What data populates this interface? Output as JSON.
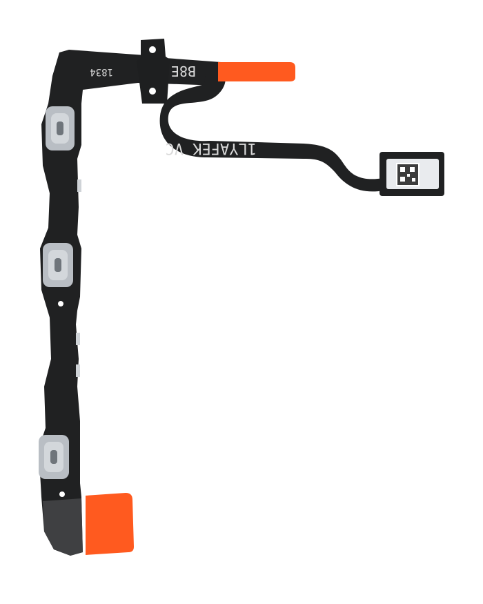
{
  "product": {
    "type": "Flex cable part photo",
    "silkscreen": {
      "label_top_right": "B8E",
      "label_top_small": "1834",
      "label_flex": "1LYAFEK VC"
    }
  },
  "colors": {
    "background": "#ffffff",
    "pcb": "#202122",
    "pcb_dark": "#141516",
    "stiffener_orange": "#ff5a1f",
    "button_metal": "#b9bec4",
    "connector_metal": "#e9ebee"
  }
}
